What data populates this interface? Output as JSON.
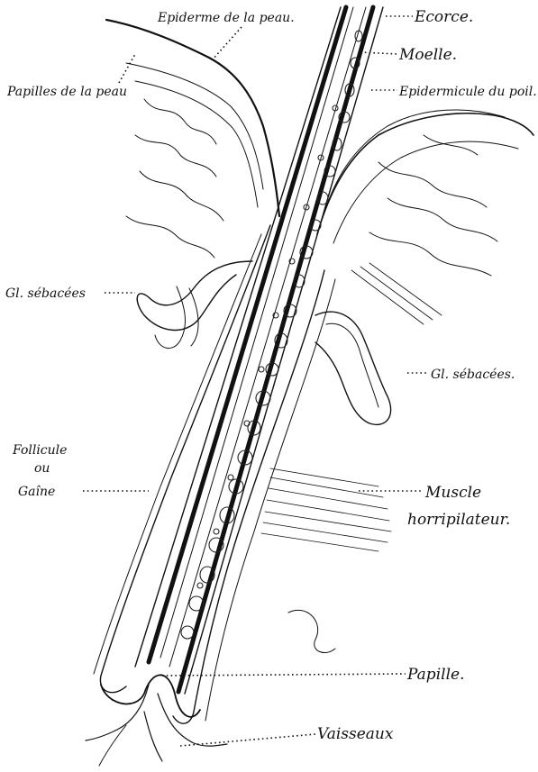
{
  "labels": {
    "epiderme_peau": "Epiderme de la peau.",
    "ecorce": "Ecorce.",
    "moelle": "Moelle.",
    "epidermicule": "Epidermicule du poil.",
    "papilles_peau": "Papilles de la peau",
    "gl_sebacees_left": "Gl. sébacées",
    "gl_sebacees_right": "Gl. sébacées.",
    "follicule_line1": "Follicule",
    "follicule_line2": "ou",
    "follicule_line3": "Gaîne",
    "muscle_line1": "Muscle",
    "muscle_line2": "horripilateur.",
    "papille": "Papille.",
    "vaisseaux": "Vaisseaux"
  }
}
